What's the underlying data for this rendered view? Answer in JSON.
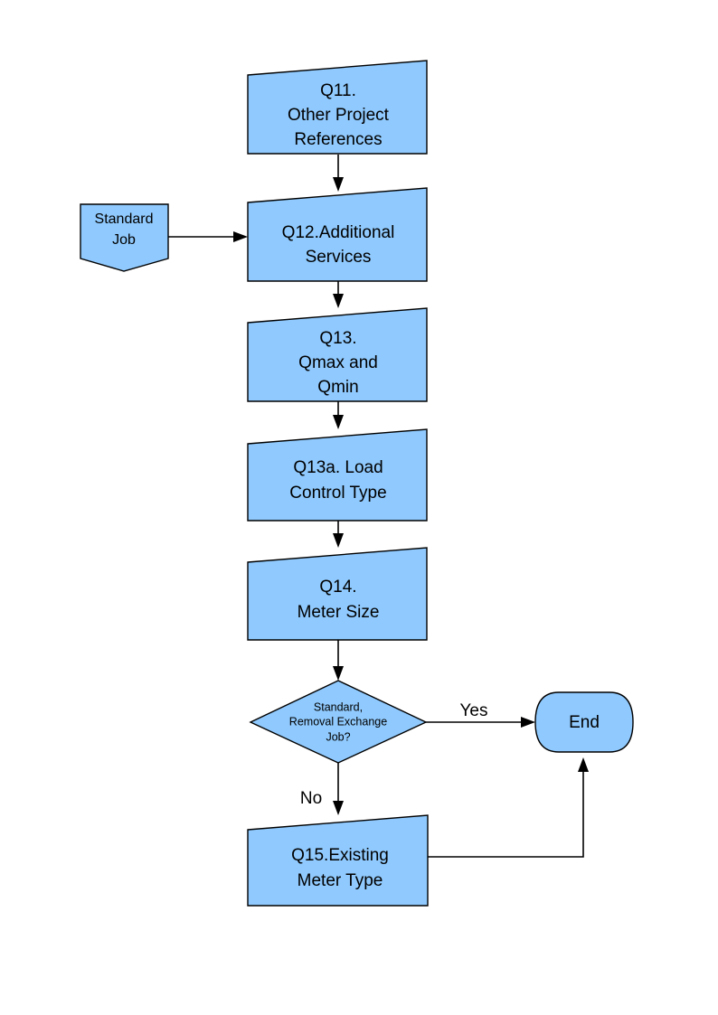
{
  "diagram": {
    "type": "flowchart",
    "title": "",
    "background_color": "#FFFFFF",
    "node_fill_color": "#8FC9FD",
    "node_stroke_color": "#000000",
    "text_color": "#000000",
    "nodes": [
      {
        "id": "q11",
        "shape": "manual-input",
        "lines": [
          "Q11.",
          "Other Project",
          "References"
        ]
      },
      {
        "id": "standard_job",
        "shape": "pentagon-notched-bottom",
        "lines": [
          "Standard",
          "Job"
        ]
      },
      {
        "id": "q12",
        "shape": "manual-input",
        "lines": [
          "Q12.Additional",
          "Services"
        ]
      },
      {
        "id": "q13",
        "shape": "manual-input",
        "lines": [
          "Q13.",
          "Qmax and",
          "Qmin"
        ]
      },
      {
        "id": "q13a",
        "shape": "manual-input",
        "lines": [
          "Q13a. Load",
          "Control Type"
        ]
      },
      {
        "id": "q14",
        "shape": "manual-input",
        "lines": [
          "Q14.",
          "Meter Size"
        ]
      },
      {
        "id": "decision",
        "shape": "diamond",
        "lines": [
          "Standard,",
          "Removal Exchange",
          "Job?"
        ]
      },
      {
        "id": "end",
        "shape": "rounded-terminator",
        "lines": [
          "End"
        ]
      },
      {
        "id": "q15",
        "shape": "manual-input",
        "lines": [
          "Q15.Existing",
          "Meter Type"
        ]
      }
    ],
    "edges": [
      {
        "id": "e-q11-q12",
        "from": "q11",
        "to": "q12",
        "label": ""
      },
      {
        "id": "e-standardjob-q12",
        "from": "standard_job",
        "to": "q12",
        "label": ""
      },
      {
        "id": "e-q12-q13",
        "from": "q12",
        "to": "q13",
        "label": ""
      },
      {
        "id": "e-q13-q13a",
        "from": "q13",
        "to": "q13a",
        "label": ""
      },
      {
        "id": "e-q13a-q14",
        "from": "q13a",
        "to": "q14",
        "label": ""
      },
      {
        "id": "e-q14-decision",
        "from": "q14",
        "to": "decision",
        "label": ""
      },
      {
        "id": "e-decision-end",
        "from": "decision",
        "to": "end",
        "label": "Yes"
      },
      {
        "id": "e-decision-q15",
        "from": "decision",
        "to": "q15",
        "label": "No"
      },
      {
        "id": "e-q15-end",
        "from": "q15",
        "to": "end",
        "label": ""
      }
    ]
  }
}
